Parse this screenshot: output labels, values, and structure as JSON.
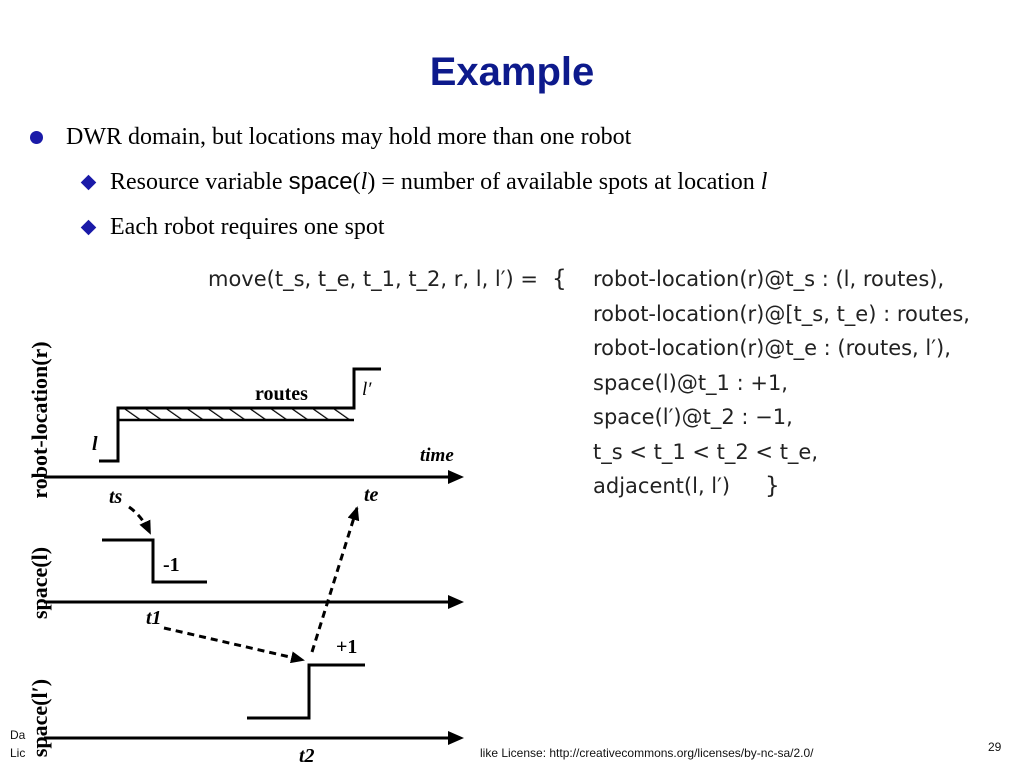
{
  "title": "Example",
  "bullets": {
    "b1": "DWR domain, but locations may hold more than one robot",
    "b2": {
      "prefix": "Resource variable ",
      "fn": "space",
      "open": "(",
      "var": "l",
      "close": ")",
      "mid": " = number of available spots at location ",
      "tail": "l"
    },
    "b3": "Each robot requires one spot"
  },
  "formula": {
    "head": "move(t_s, t_e, t_1, t_2, r, l, l′) =",
    "open_brace": "{",
    "lines": [
      "robot-location(r)@t_s : (l, routes),",
      "robot-location(r)@[t_s, t_e) : routes,",
      "robot-location(r)@t_e : (routes, l′),",
      "space(l)@t_1 : +1,",
      "space(l′)@t_2 : −1,",
      "t_s < t_1 < t_2 < t_e,",
      "adjacent(l, l′)"
    ],
    "close_brace": "}"
  },
  "diagram": {
    "ylabel_robot": "robot-location(r)",
    "ylabel_space_l": "space(l)",
    "ylabel_space_lp": "space(l′)",
    "label_l": "l",
    "label_routes": "routes",
    "label_lp": "l′",
    "label_time": "time",
    "label_ts": "ts",
    "label_te": "te",
    "label_minus1": "-1",
    "label_plus1": "+1",
    "label_t1": "t1",
    "label_t2": "t2"
  },
  "footer": {
    "left1": "Da",
    "left2": "Lic",
    "license": "like License: http://creativecommons.org/licenses/by-nc-sa/2.0/",
    "page": "29"
  },
  "colors": {
    "title": "#0d1a8c",
    "bullet": "#1a1aa8"
  }
}
